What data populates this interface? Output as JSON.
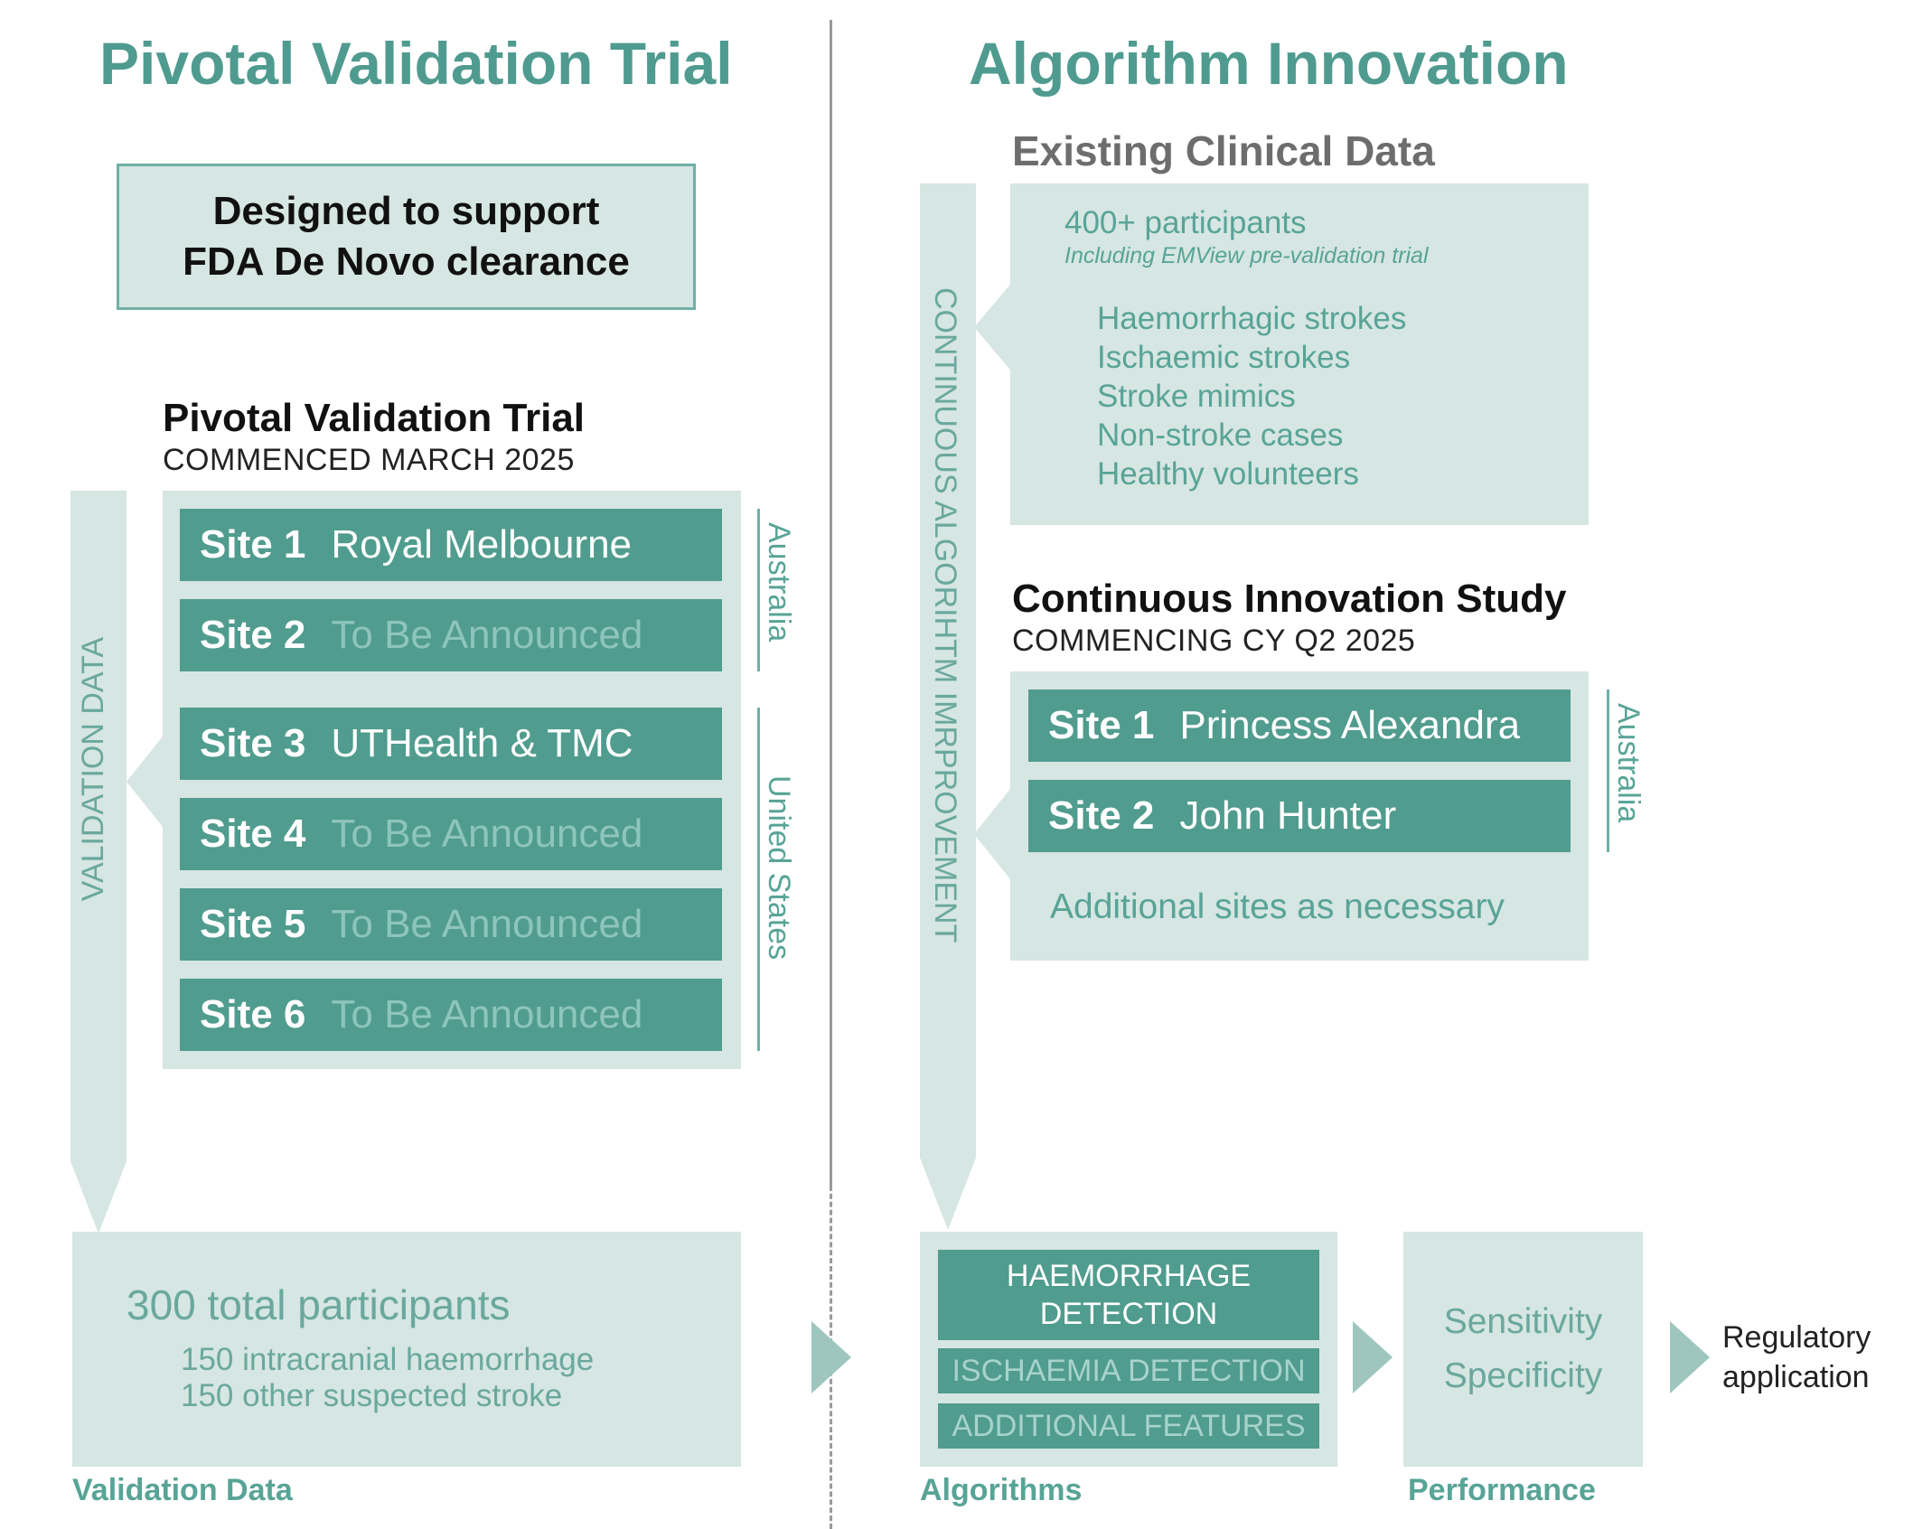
{
  "left": {
    "heading": "Pivotal Validation Trial",
    "fda_box": {
      "line1": "Designed to support",
      "line2": "FDA De Novo clearance"
    },
    "trial": {
      "title": "Pivotal Validation Trial",
      "subtitle": "COMMENCED MARCH 2025",
      "sites": [
        {
          "num": "Site 1",
          "name": "Royal Melbourne",
          "announced": true
        },
        {
          "num": "Site 2",
          "name": "To Be Announced",
          "announced": false
        },
        {
          "num": "Site 3",
          "name": "UTHealth & TMC",
          "announced": true
        },
        {
          "num": "Site 4",
          "name": "To Be Announced",
          "announced": false
        },
        {
          "num": "Site 5",
          "name": "To Be Announced",
          "announced": false
        },
        {
          "num": "Site 6",
          "name": "To Be Announced",
          "announced": false
        }
      ],
      "country1": "Australia",
      "country2": "United States"
    },
    "arrow_label": "VALIDATION DATA",
    "participants": {
      "total": "300 total participants",
      "line1": "150 intracranial haemorrhage",
      "line2": "150 other suspected stroke"
    },
    "footer_label": "Validation Data"
  },
  "right": {
    "heading": "Algorithm Innovation",
    "existing": {
      "title": "Existing Clinical Data",
      "participants": "400+ participants",
      "note": "Including EMView pre-validation trial",
      "items": [
        "Haemorrhagic strokes",
        "Ischaemic strokes",
        "Stroke mimics",
        "Non-stroke cases",
        "Healthy volunteers"
      ]
    },
    "arrow_label": "CONTINUOUS ALGORIHTM IMRPROVEMENT",
    "study": {
      "title": "Continuous Innovation Study",
      "subtitle": "COMMENCING CY Q2 2025",
      "sites": [
        {
          "num": "Site 1",
          "name": "Princess Alexandra"
        },
        {
          "num": "Site 2",
          "name": "John Hunter"
        }
      ],
      "additional": "Additional sites as necessary",
      "country": "Australia"
    },
    "algorithms": {
      "items": [
        {
          "label": "HAEMORRHAGE DETECTION",
          "line1": "HAEMORRHAGE",
          "line2": "DETECTION",
          "active": true
        },
        {
          "label": "ISCHAEMIA DETECTION",
          "active": false
        },
        {
          "label": "ADDITIONAL FEATURES",
          "active": false
        }
      ],
      "footer_label": "Algorithms"
    },
    "performance": {
      "line1": "Sensitivity",
      "line2": "Specificity",
      "footer_label": "Performance"
    },
    "regulatory": {
      "line1": "Regulatory",
      "line2": "application"
    }
  },
  "colors": {
    "teal": "#509c8e",
    "pale": "#d6e6e2",
    "heading": "#4f9b8f",
    "arrow": "#9ec6bf"
  }
}
